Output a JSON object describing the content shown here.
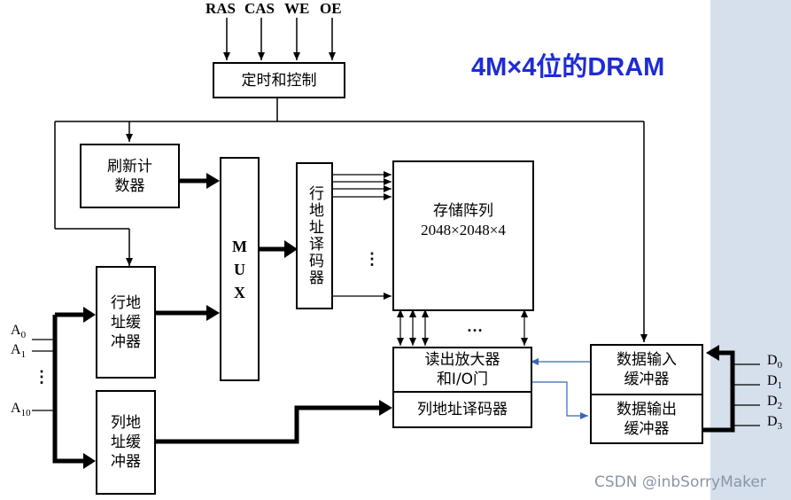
{
  "title": "4M×4位的DRAM",
  "signals": [
    "RAS",
    "CAS",
    "WE",
    "OE"
  ],
  "blocks": {
    "timing_control": "定时和控制",
    "refresh_counter": [
      "刷新计",
      "数器"
    ],
    "mux": [
      "M",
      "U",
      "X"
    ],
    "row_decoder": "行地址译码器",
    "memory_array": [
      "存储阵列",
      "2048×2048×4"
    ],
    "row_addr_buffer": [
      "行地",
      "址缓",
      "冲器"
    ],
    "col_addr_buffer": [
      "列地",
      "址缓",
      "冲器"
    ],
    "sense_amp": [
      "读出放大器",
      "和I/O门"
    ],
    "col_decoder": "列地址译码器",
    "data_in_buffer": [
      "数据输入",
      "缓冲器"
    ],
    "data_out_buffer": [
      "数据输出",
      "缓冲器"
    ]
  },
  "address_pins": {
    "a0": "A",
    "a0_sub": "0",
    "a1": "A",
    "a1_sub": "1",
    "a10": "A",
    "a10_sub": "10",
    "ellipsis": "⋮"
  },
  "data_pins": {
    "d0": "D",
    "d0_sub": "0",
    "d1": "D",
    "d1_sub": "1",
    "d2": "D",
    "d2_sub": "2",
    "d3": "D",
    "d3_sub": "3"
  },
  "ellipsis_row": "⋮",
  "ellipsis_col": "…",
  "watermark": "CSDN @inbSorryMaker",
  "colors": {
    "title": "#1f2bd6",
    "side_panel": "#d6dfec",
    "io_arrow": "#3a66b0",
    "line": "#000000"
  }
}
